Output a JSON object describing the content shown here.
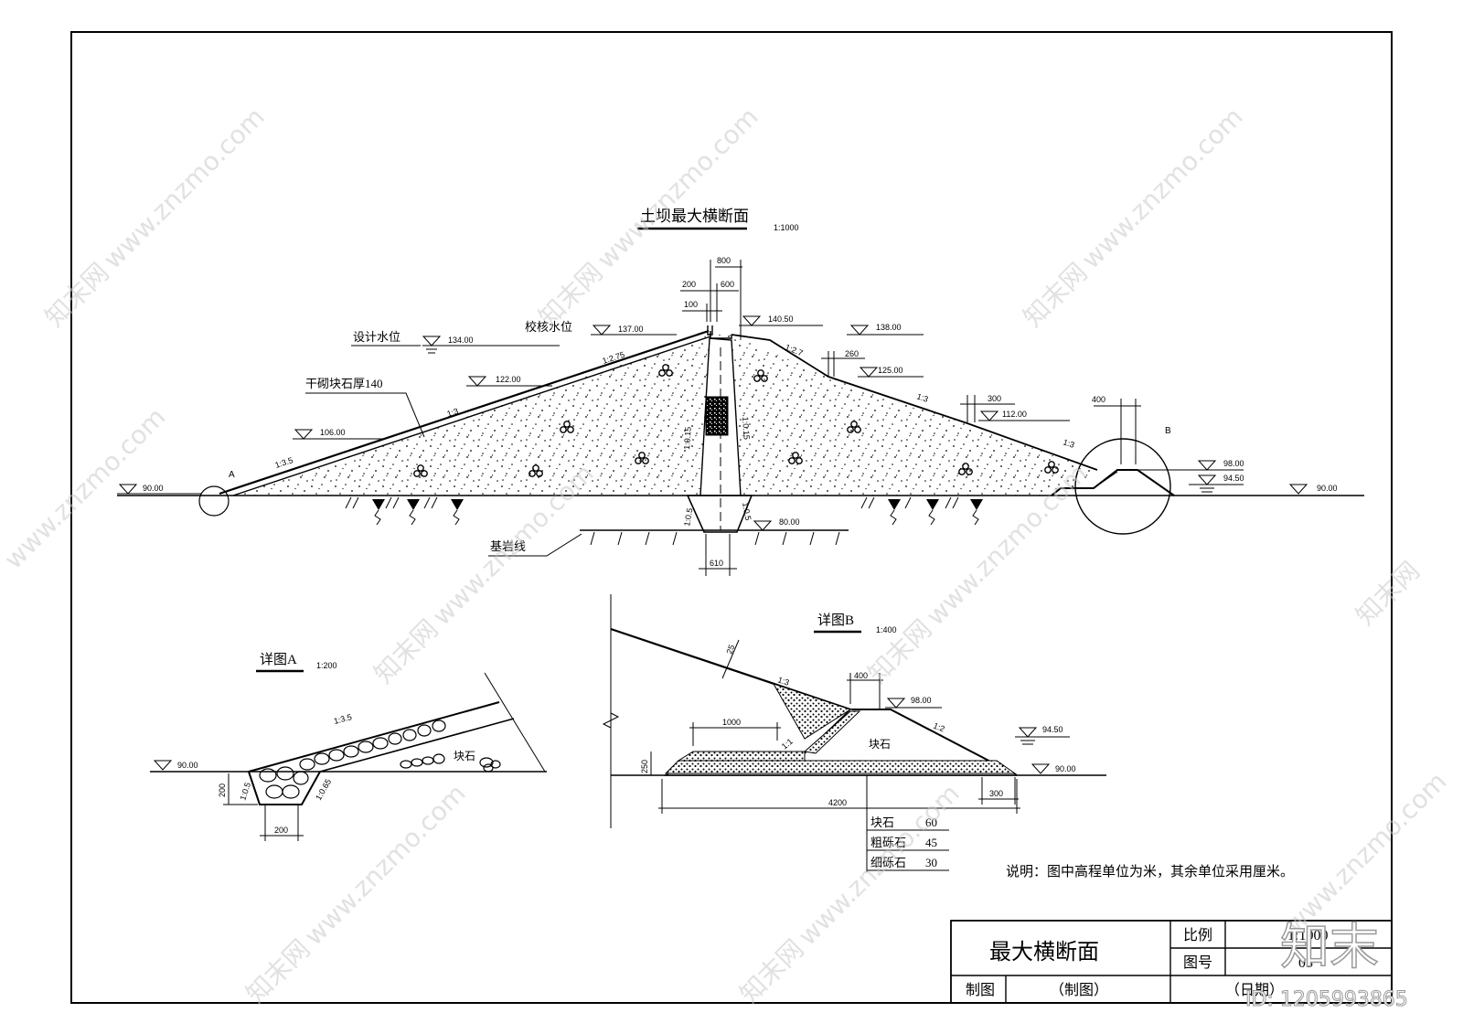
{
  "main_section": {
    "title": "土坝最大横断面",
    "scale": "1:1000",
    "labels": {
      "design_water_level": "设计水位",
      "check_water_level": "校核水位",
      "riprap": "干砌块石厚140",
      "bedrock_line": "基岩线",
      "point_a": "A",
      "point_b": "B"
    },
    "elevations": {
      "left_ground": "90.00",
      "design_level": "134.00",
      "check_level": "137.00",
      "up_berm_122": "122.00",
      "up_berm_106": "106.00",
      "crest": "140.50",
      "crest_right": "138.00",
      "down_berm_125": "125.00",
      "down_berm_112": "112.00",
      "tail_98": "98.00",
      "tail_9450": "94.50",
      "right_ground": "90.00",
      "core_bottom": "80.00"
    },
    "dimensions": {
      "crest_width": "800",
      "d200": "200",
      "d600": "600",
      "d100": "100",
      "berm_260": "260",
      "berm_300": "300",
      "toe_400": "400",
      "cutoff_610": "610"
    },
    "slopes": {
      "up_275": "1:2.75",
      "up_3": "1:3",
      "up_35": "1:3.5",
      "down_27": "1:2.7",
      "down_3a": "1:3",
      "down_3b": "1:3",
      "core_left": "1:0.15",
      "core_right": "1:0.15",
      "cut_left": "1:0.5",
      "cut_right": "1:0.5"
    }
  },
  "detail_a": {
    "title": "详图A",
    "scale": "1:200",
    "elevation": "90.00",
    "slope_35": "1:3.5",
    "slope_05": "1:0.5",
    "slope_065": "1:0.65",
    "block_stone": "块石",
    "dim_200_v": "200",
    "dim_200_h": "200"
  },
  "detail_b": {
    "title": "详图B",
    "scale": "1:400",
    "dim_25": "25",
    "slope_3": "1:3",
    "slope_2": "1:2",
    "slope_1": "1:1",
    "dim_400": "400",
    "elev_98": "98.00",
    "elev_9450": "94.50",
    "elev_90": "90.00",
    "dim_1000": "1000",
    "dim_250": "250",
    "dim_300": "300",
    "dim_4200": "4200",
    "block_stone": "块石",
    "layers": [
      {
        "name": "块石",
        "thickness": "60"
      },
      {
        "name": "粗砾石",
        "thickness": "45"
      },
      {
        "name": "细砾石",
        "thickness": "30"
      }
    ]
  },
  "note": "说明：图中高程单位为米，其余单位采用厘米。",
  "title_block": {
    "drawing_name": "最大横断面",
    "scale_label": "比例",
    "scale_value": "1:1000",
    "number_label": "图号",
    "number_value": "03",
    "drawn_label": "制图",
    "drawn_value": "（制图）",
    "date_value": "（日期）"
  },
  "watermark": {
    "site": "www.znzmo.com",
    "brand": "知末网",
    "logo": "知末",
    "id": "ID: 1205993865"
  }
}
